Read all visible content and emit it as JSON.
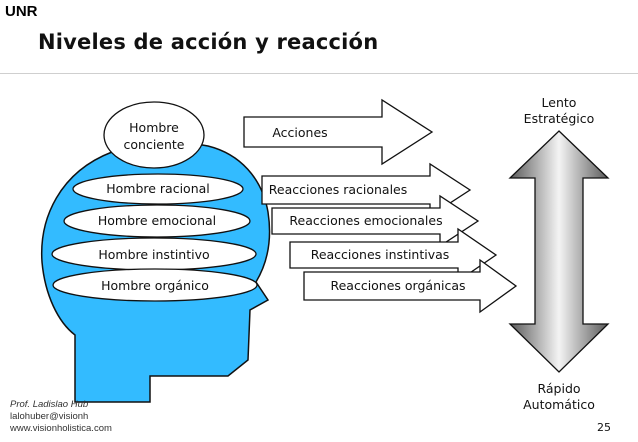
{
  "slide": {
    "brand": "UNR",
    "title": "Niveles de acción y reacción",
    "page_number": "25"
  },
  "head": {
    "top_label_line1": "Hombre",
    "top_label_line2": "conciente",
    "levels": [
      "Hombre racional",
      "Hombre emocional",
      "Hombre instintivo",
      "Hombre orgánico"
    ]
  },
  "arrows": [
    "Acciones",
    "Reacciones racionales",
    "Reacciones emocionales",
    "Reacciones instintivas",
    "Reacciones orgánicas"
  ],
  "scale": {
    "top_line1": "Lento",
    "top_line2": "Estratégico",
    "bottom_line1": "Rápido",
    "bottom_line2": "Automático"
  },
  "footer": {
    "author": "Prof. Ladislao Hub",
    "email": "lalohuber@visionh",
    "web": "www.visionholistica.com"
  },
  "colors": {
    "head_fill": "#33bbff",
    "shape_fill": "#ffffff",
    "outline": "#111111",
    "divider": "#cfcfcf"
  }
}
